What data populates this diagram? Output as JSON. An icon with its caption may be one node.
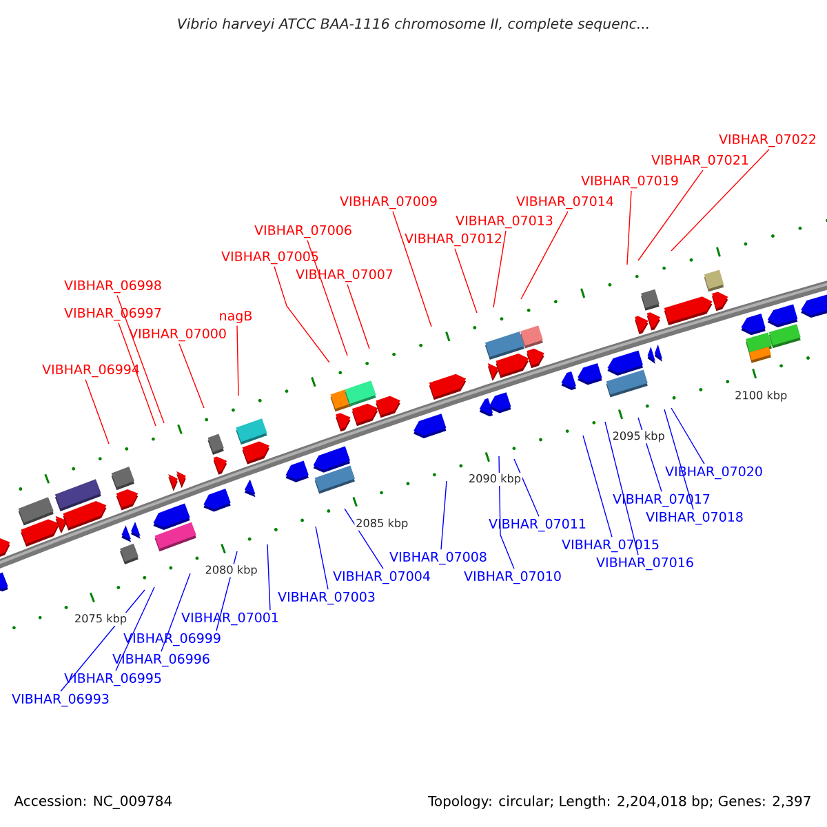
{
  "diagram": {
    "title": "Vibrio harveyi ATCC BAA-1116 chromosome II, complete sequenc...",
    "nodes": [
      {
        "text": [
          "VIBHAR_07022"
        ]
      },
      {
        "text": [
          "VIBHAR_07021"
        ]
      },
      {
        "text": [
          "VIBHAR_07019"
        ]
      },
      {
        "text": [
          "VIBHAR_07009"
        ]
      },
      {
        "text": [
          "VIBHAR_07014"
        ]
      },
      {
        "text": [
          "VIBHAR_07013"
        ]
      },
      {
        "text": [
          "VIBHAR_07012"
        ]
      },
      {
        "text": [
          "VIBHAR_07006"
        ]
      },
      {
        "text": [
          "VIBHAR_07005"
        ]
      },
      {
        "text": [
          "VIBHAR_07007"
        ]
      },
      {
        "text": [
          "VIBHAR_06998"
        ]
      },
      {
        "text": [
          "VIBHAR_06997"
        ]
      },
      {
        "text": [
          "nagB"
        ]
      },
      {
        "text": [
          "VIBHAR_07000"
        ]
      },
      {
        "text": [
          "VIBHAR_06994"
        ]
      },
      {
        "text": [
          "VIBHAR_07020"
        ]
      },
      {
        "text": [
          "VIBHAR_07017"
        ]
      },
      {
        "text": [
          "VIBHAR_07018"
        ]
      },
      {
        "text": [
          "VIBHAR_07011"
        ]
      },
      {
        "text": [
          "VIBHAR_07015"
        ]
      },
      {
        "text": [
          "VIBHAR_07008"
        ]
      },
      {
        "text": [
          "VIBHAR_07016"
        ]
      },
      {
        "text": [
          "VIBHAR_07004"
        ]
      },
      {
        "text": [
          "VIBHAR_07010"
        ]
      },
      {
        "text": [
          "VIBHAR_07003"
        ]
      },
      {
        "text": [
          "VIBHAR_07001"
        ]
      },
      {
        "text": [
          "VIBHAR_06999"
        ]
      },
      {
        "text": [
          "VIBHAR_06996"
        ]
      },
      {
        "text": [
          "VIBHAR_06995"
        ]
      },
      {
        "text": [
          "VIBHAR_06993"
        ]
      }
    ],
    "edges": [
      {
        "from": 0,
        "to": null,
        "arrow": "none",
        "color": "#ff0000"
      },
      {
        "from": 1,
        "to": null,
        "arrow": "none",
        "color": "#ff0000"
      },
      {
        "from": 2,
        "to": null,
        "arrow": "none",
        "color": "#ff0000"
      },
      {
        "from": 3,
        "to": null,
        "arrow": "none",
        "color": "#ff0000"
      },
      {
        "from": 4,
        "to": null,
        "arrow": "none",
        "color": "#ff0000"
      },
      {
        "from": 5,
        "to": null,
        "arrow": "none",
        "color": "#ff0000"
      },
      {
        "from": 6,
        "to": null,
        "arrow": "none",
        "color": "#ff0000"
      },
      {
        "from": 7,
        "to": null,
        "arrow": "none",
        "color": "#ff0000"
      },
      {
        "from": 8,
        "to": null,
        "arrow": "none",
        "color": "#ff0000"
      },
      {
        "from": 9,
        "to": null,
        "arrow": "none",
        "color": "#ff0000"
      },
      {
        "from": 10,
        "to": null,
        "arrow": "none",
        "color": "#ff0000"
      },
      {
        "from": 11,
        "to": null,
        "arrow": "none",
        "color": "#ff0000"
      },
      {
        "from": 12,
        "to": null,
        "arrow": "none",
        "color": "#ff0000"
      },
      {
        "from": 13,
        "to": null,
        "arrow": "none",
        "color": "#ff0000"
      },
      {
        "from": 14,
        "to": null,
        "arrow": "none",
        "color": "#ff0000"
      },
      {
        "from": 15,
        "to": null,
        "arrow": "none",
        "color": "#0000ff"
      },
      {
        "from": 16,
        "to": null,
        "arrow": "none",
        "color": "#0000ff"
      },
      {
        "from": 17,
        "to": null,
        "arrow": "none",
        "color": "#0000ff"
      },
      {
        "from": 18,
        "to": null,
        "arrow": "none",
        "color": "#0000ff"
      },
      {
        "from": 19,
        "to": null,
        "arrow": "none",
        "color": "#0000ff"
      },
      {
        "from": 20,
        "to": null,
        "arrow": "none",
        "color": "#0000ff"
      },
      {
        "from": 21,
        "to": null,
        "arrow": "none",
        "color": "#0000ff"
      },
      {
        "from": 22,
        "to": null,
        "arrow": "none",
        "color": "#0000ff"
      },
      {
        "from": 23,
        "to": null,
        "arrow": "none",
        "color": "#0000ff"
      },
      {
        "from": 24,
        "to": null,
        "arrow": "none",
        "color": "#0000ff"
      },
      {
        "from": 25,
        "to": null,
        "arrow": "none",
        "color": "#0000ff"
      },
      {
        "from": 26,
        "to": null,
        "arrow": "none",
        "color": "#0000ff"
      },
      {
        "from": 27,
        "to": null,
        "arrow": "none",
        "color": "#0000ff"
      },
      {
        "from": 28,
        "to": null,
        "arrow": "none",
        "color": "#0000ff"
      },
      {
        "from": 29,
        "to": null,
        "arrow": "none",
        "color": "#0000ff"
      }
    ],
    "labels": [
      "2075 kbp",
      "2080 kbp",
      "2085 kbp",
      "2090 kbp",
      "2095 kbp",
      "2100 kbp",
      "Accession: NC_009784",
      "Topology: circular; Length: 2,204,018 bp; Genes: 2,397"
    ]
  }
}
